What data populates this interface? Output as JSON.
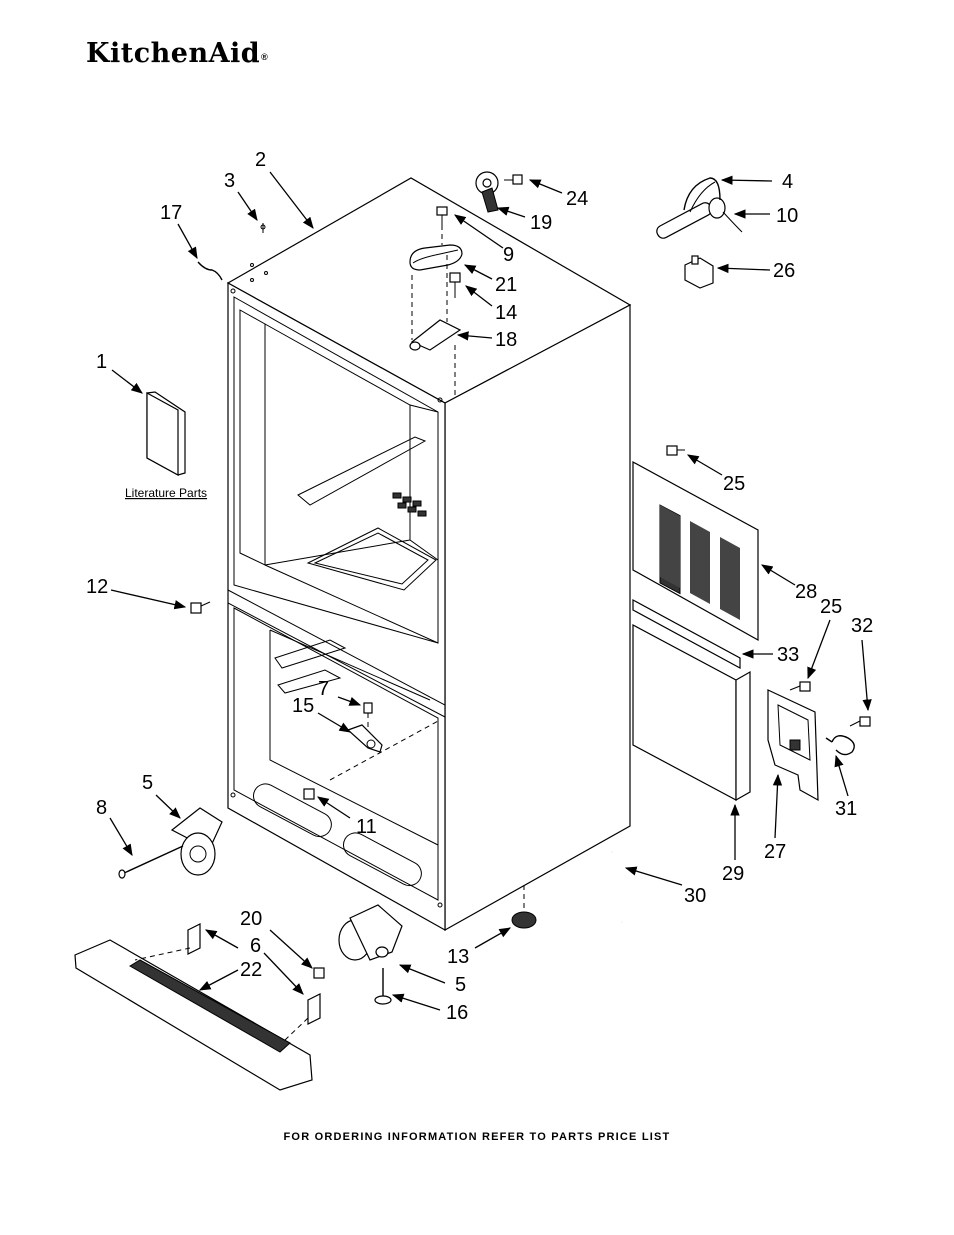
{
  "brand": {
    "name": "KitchenAid",
    "mark": "®"
  },
  "literature_label": "Literature Parts",
  "footer": "FOR ORDERING INFORMATION REFER TO PARTS PRICE LIST",
  "callouts": [
    "1",
    "2",
    "3",
    "4",
    "5",
    "5",
    "6",
    "7",
    "8",
    "9",
    "10",
    "11",
    "12",
    "13",
    "14",
    "15",
    "16",
    "17",
    "18",
    "19",
    "20",
    "21",
    "22",
    "24",
    "25",
    "25",
    "26",
    "27",
    "28",
    "29",
    "30",
    "31",
    "32",
    "33"
  ]
}
